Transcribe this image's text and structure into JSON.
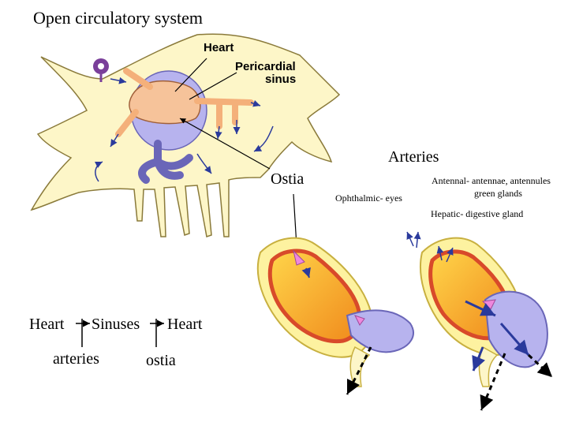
{
  "slide": {
    "title": "Open circulatory system",
    "diagram_labels": {
      "heart": "Heart",
      "pericardial_line1": "Pericardial",
      "pericardial_line2": "sinus",
      "ostia": "Ostia",
      "arteries": "Arteries",
      "ophthalmic": "Ophthalmic- eyes",
      "antennal_line1": "Antennal- antennae, antennules",
      "antennal_line2": "green glands",
      "hepatic": "Hepatic- digestive gland"
    },
    "flow": {
      "heart1": "Heart",
      "sinuses": "Sinuses",
      "heart2": "Heart",
      "arteries": "arteries",
      "ostia": "ostia"
    }
  },
  "colors": {
    "body_fill": "#fdf6c8",
    "body_stroke": "#8a7a3a",
    "sinus_fill": "#b7b3ee",
    "heart_fill": "#f6c39a",
    "artery_fill": "#f4b07a",
    "arrow_blue": "#2a3a9c",
    "valve_pink": "#ee88dd"
  }
}
